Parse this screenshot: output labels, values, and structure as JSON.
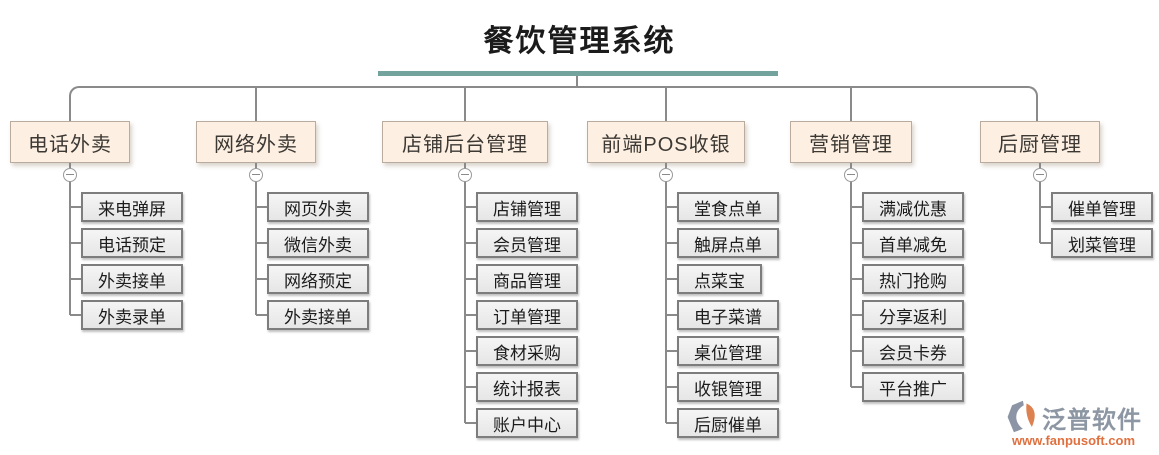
{
  "title": "餐饮管理系统",
  "colors": {
    "accent_bar": "#74a39e",
    "connector": "#8a8a8a",
    "branch_fill": "#fdf0e2",
    "branch_border": "#b9ab9d",
    "leaf_fill": "#ececec",
    "leaf_border": "#7d7d7d"
  },
  "branches": [
    {
      "label": "电话外卖",
      "children": [
        "来电弹屏",
        "电话预定",
        "外卖接单",
        "外卖录单"
      ]
    },
    {
      "label": "网络外卖",
      "children": [
        "网页外卖",
        "微信外卖",
        "网络预定",
        "外卖接单"
      ]
    },
    {
      "label": "店铺后台管理",
      "children": [
        "店铺管理",
        "会员管理",
        "商品管理",
        "订单管理",
        "食材采购",
        "统计报表",
        "账户中心"
      ]
    },
    {
      "label": "前端POS收银",
      "children": [
        "堂食点单",
        "触屏点单",
        "点菜宝",
        "电子菜谱",
        "桌位管理",
        "收银管理",
        "后厨催单"
      ]
    },
    {
      "label": "营销管理",
      "children": [
        "满减优惠",
        "首单减免",
        "热门抢购",
        "分享返利",
        "会员卡券",
        "平台推广"
      ]
    },
    {
      "label": "后厨管理",
      "children": [
        "催单管理",
        "划菜管理"
      ]
    }
  ],
  "watermark": {
    "logo_icon": "fanpu-logo",
    "name": "泛普软件",
    "url": "www.fanpusoft.com",
    "name_color": "#8d96a3",
    "url_color": "#e0703f"
  }
}
